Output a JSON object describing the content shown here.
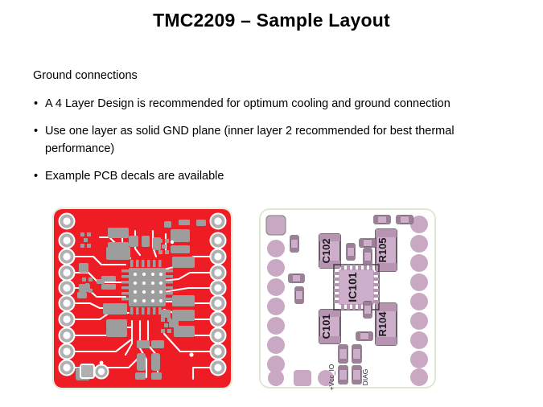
{
  "slide": {
    "title": "TMC2209 – Sample Layout",
    "lead": "Ground connections",
    "bullets": [
      {
        "marker": "•",
        "text": "A 4 Layer Design is recommended for optimum cooling and ground connection"
      },
      {
        "marker": "•",
        "text": "Use one layer as solid GND plane (inner layer 2 recommended for best thermal performance)"
      },
      {
        "marker": "•",
        "text": "Example PCB decals are available"
      }
    ]
  },
  "figures": {
    "left": {
      "caption": "",
      "alt": "Red copper-layer PCB layout of TMC2209 breakout board",
      "colors": {
        "copper": "#ee1c25",
        "pad": "#9c9c9c",
        "pad_ring": "#b8b8b8",
        "solder_mask_edge": "#eef4e4",
        "trace": "#ffffff",
        "board_outline": "#e8eedd"
      }
    },
    "right": {
      "caption": "",
      "alt": "Silkscreen / assembly decal drawing of TMC2209 breakout board",
      "colors": {
        "pad": "#c9a8c4",
        "pad_dark": "#b794b2",
        "outline": "#5a4a58",
        "board_outline": "#e3ecd8",
        "background": "#ffffff"
      },
      "designators": [
        "C102",
        "C101",
        "IC101",
        "R105",
        "R104"
      ],
      "net_labels": [
        "+Vcc_IO",
        "DIAG"
      ]
    }
  }
}
